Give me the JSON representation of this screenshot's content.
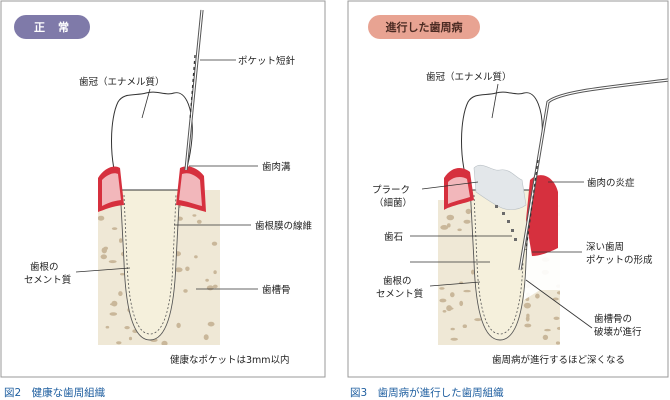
{
  "figures": [
    {
      "id": "left",
      "badge": "正　常",
      "caption": "図2　健康な歯周組織",
      "note": "健康なポケットは3mm以内",
      "labels": {
        "crown": "歯冠（エナメル質）",
        "probe": "ポケット短針",
        "sulcus": "歯肉溝",
        "ligament": "歯根膜の線維",
        "root_line1": "歯根の",
        "root_line2": "セメント質",
        "bone": "歯槽骨"
      }
    },
    {
      "id": "right",
      "badge": "進行した歯周病",
      "caption": "図3　歯周病が進行した歯周組織",
      "note": "歯周病が進行するほど深くなる",
      "labels": {
        "crown": "歯冠（エナメル質）",
        "plaque_line1": "プラーク",
        "plaque_line2": "（細菌）",
        "tartar": "歯石",
        "root_line1": "歯根の",
        "root_line2": "セメント質",
        "inflammation": "歯肉の炎症",
        "pocket_line1": "深い歯周",
        "pocket_line2": "ポケットの形成",
        "bone_loss_line1": "歯槽骨の",
        "bone_loss_line2": "破壊が進行"
      }
    }
  ],
  "colors": {
    "panel_border": "#9a9a9a",
    "badge_left_fill": "#7f7aa9",
    "badge_left_text": "#ffffff",
    "badge_right_fill": "#e8a392",
    "badge_right_text": "#4a2a22",
    "caption": "#1f5fa0",
    "gum": "#d6303e",
    "gum_light": "#f2b7bb",
    "bone": "#efe8d6",
    "bone_spot": "#c9b79a",
    "root": "#f5f0dc",
    "plaque": "#e3e7ea"
  }
}
